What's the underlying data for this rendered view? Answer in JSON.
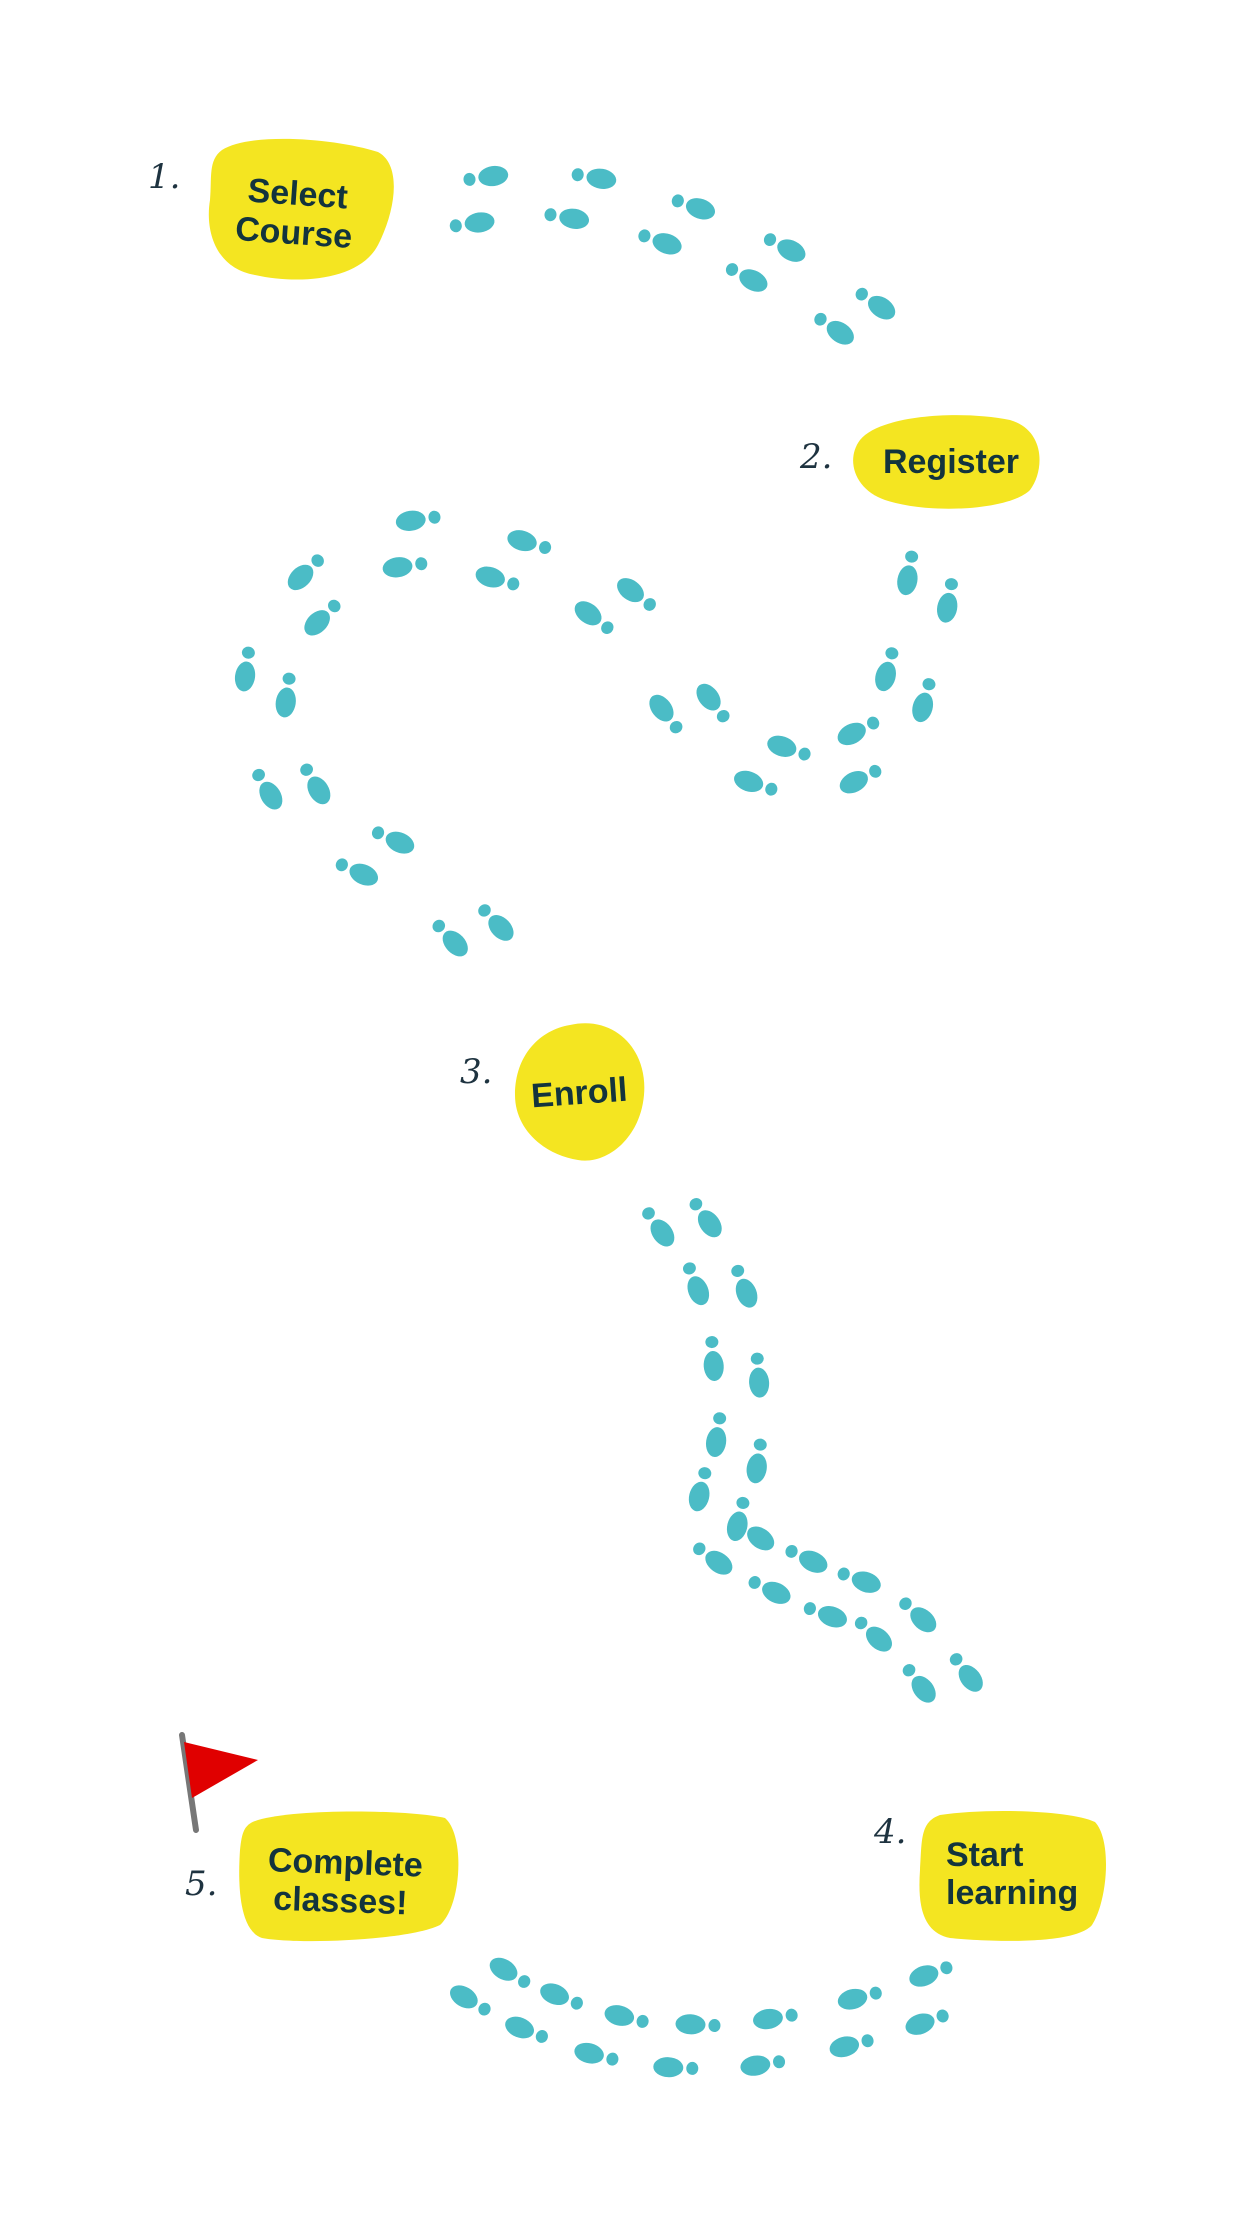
{
  "steps": [
    {
      "number": "1.",
      "label_lines": [
        "Select",
        "Course"
      ]
    },
    {
      "number": "2.",
      "label_lines": [
        "Register"
      ]
    },
    {
      "number": "3.",
      "label_lines": [
        "Enroll"
      ]
    },
    {
      "number": "4.",
      "label_lines": [
        "Start",
        "learning"
      ]
    },
    {
      "number": "5.",
      "label_lines": [
        "Complete",
        "classes!"
      ]
    }
  ],
  "colors": {
    "badge": "#f4e521",
    "footprint": "#4bbcc6",
    "text": "#13343d",
    "flag": "#e00000",
    "pole": "#777777"
  },
  "icons": [
    "footprint-icon",
    "goal-flag-icon"
  ]
}
